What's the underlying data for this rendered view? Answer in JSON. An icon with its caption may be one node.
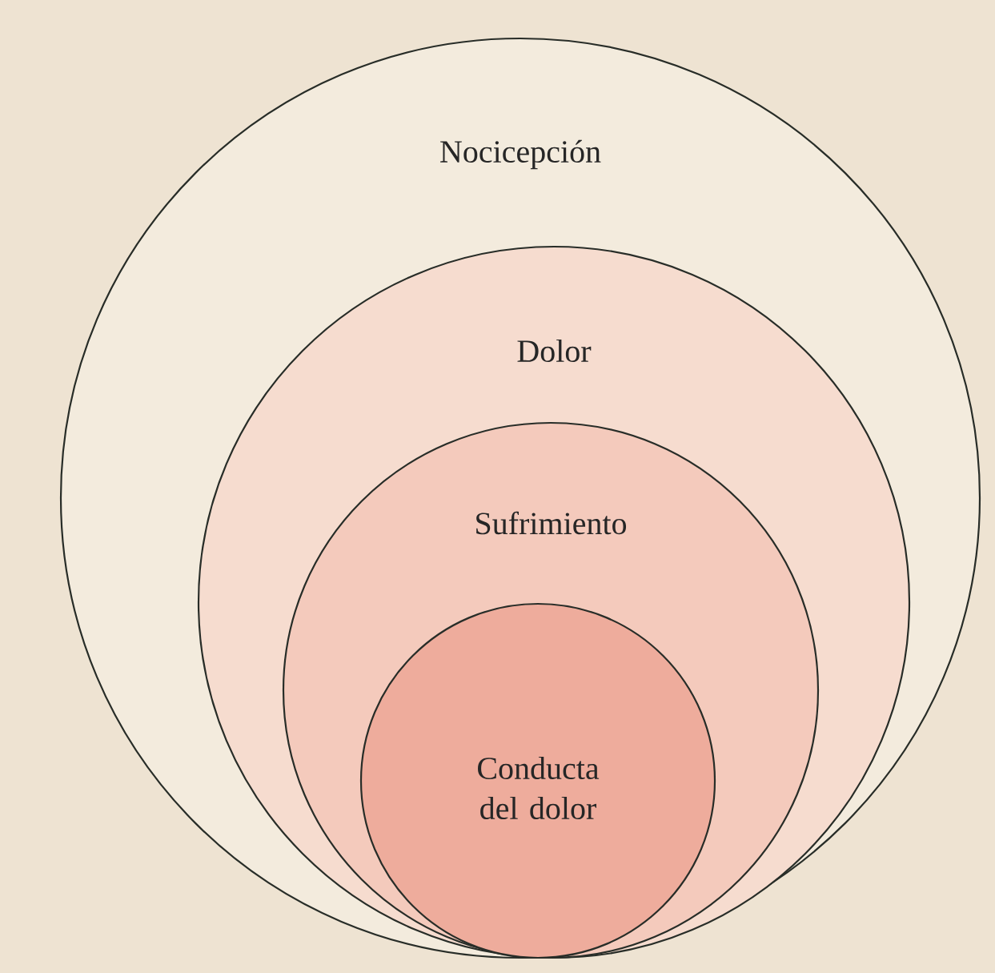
{
  "diagram": {
    "nodes": [
      {
        "text": [
          "Nocicepción"
        ]
      },
      {
        "text": [
          "Dolor"
        ],
        "in": 0
      },
      {
        "text": [
          "Sufrimiento"
        ],
        "in": 1
      },
      {
        "text": [
          "Conducta del dolor"
        ],
        "in": 2
      }
    ]
  }
}
